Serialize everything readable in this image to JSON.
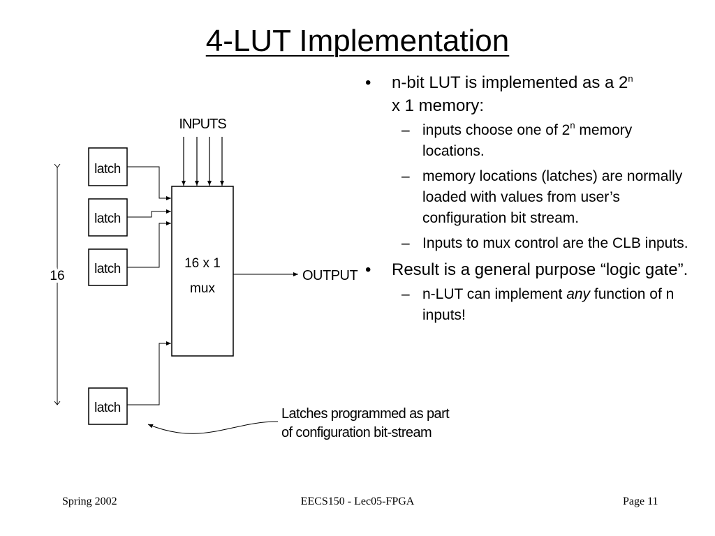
{
  "slide": {
    "title": "4-LUT Implementation"
  },
  "bullets": [
    {
      "mark": "•",
      "text_before": "n-bit LUT is implemented as a 2",
      "sup": "n",
      "text_after": "x 1 memory:"
    },
    {
      "mark": "–",
      "text_before": "inputs choose one of 2",
      "sup": "n",
      "text_after": " memory locations."
    },
    {
      "mark": "–",
      "text": "memory locations (latches) are normally loaded with values from user’s configuration bit stream."
    },
    {
      "mark": "–",
      "text": "Inputs to mux control are the CLB inputs."
    },
    {
      "mark": "•",
      "text": "Result is a general purpose “logic gate”."
    },
    {
      "mark": "–",
      "text_before": "n-LUT can implement ",
      "emph": "any",
      "text_after": " function of n inputs!"
    }
  ],
  "diagram": {
    "inputs_label": "INPUTS",
    "latch_label": "latch",
    "mux_line1": "16 x 1",
    "mux_line2": "mux",
    "output_label": "OUTPUT",
    "count_label": "16",
    "caption_line1": "Latches programmed as part",
    "caption_line2": "of configuration bit-stream"
  },
  "footer": {
    "left": "Spring 2002",
    "center": "EECS150 - Lec05-FPGA",
    "right": "Page 11"
  }
}
